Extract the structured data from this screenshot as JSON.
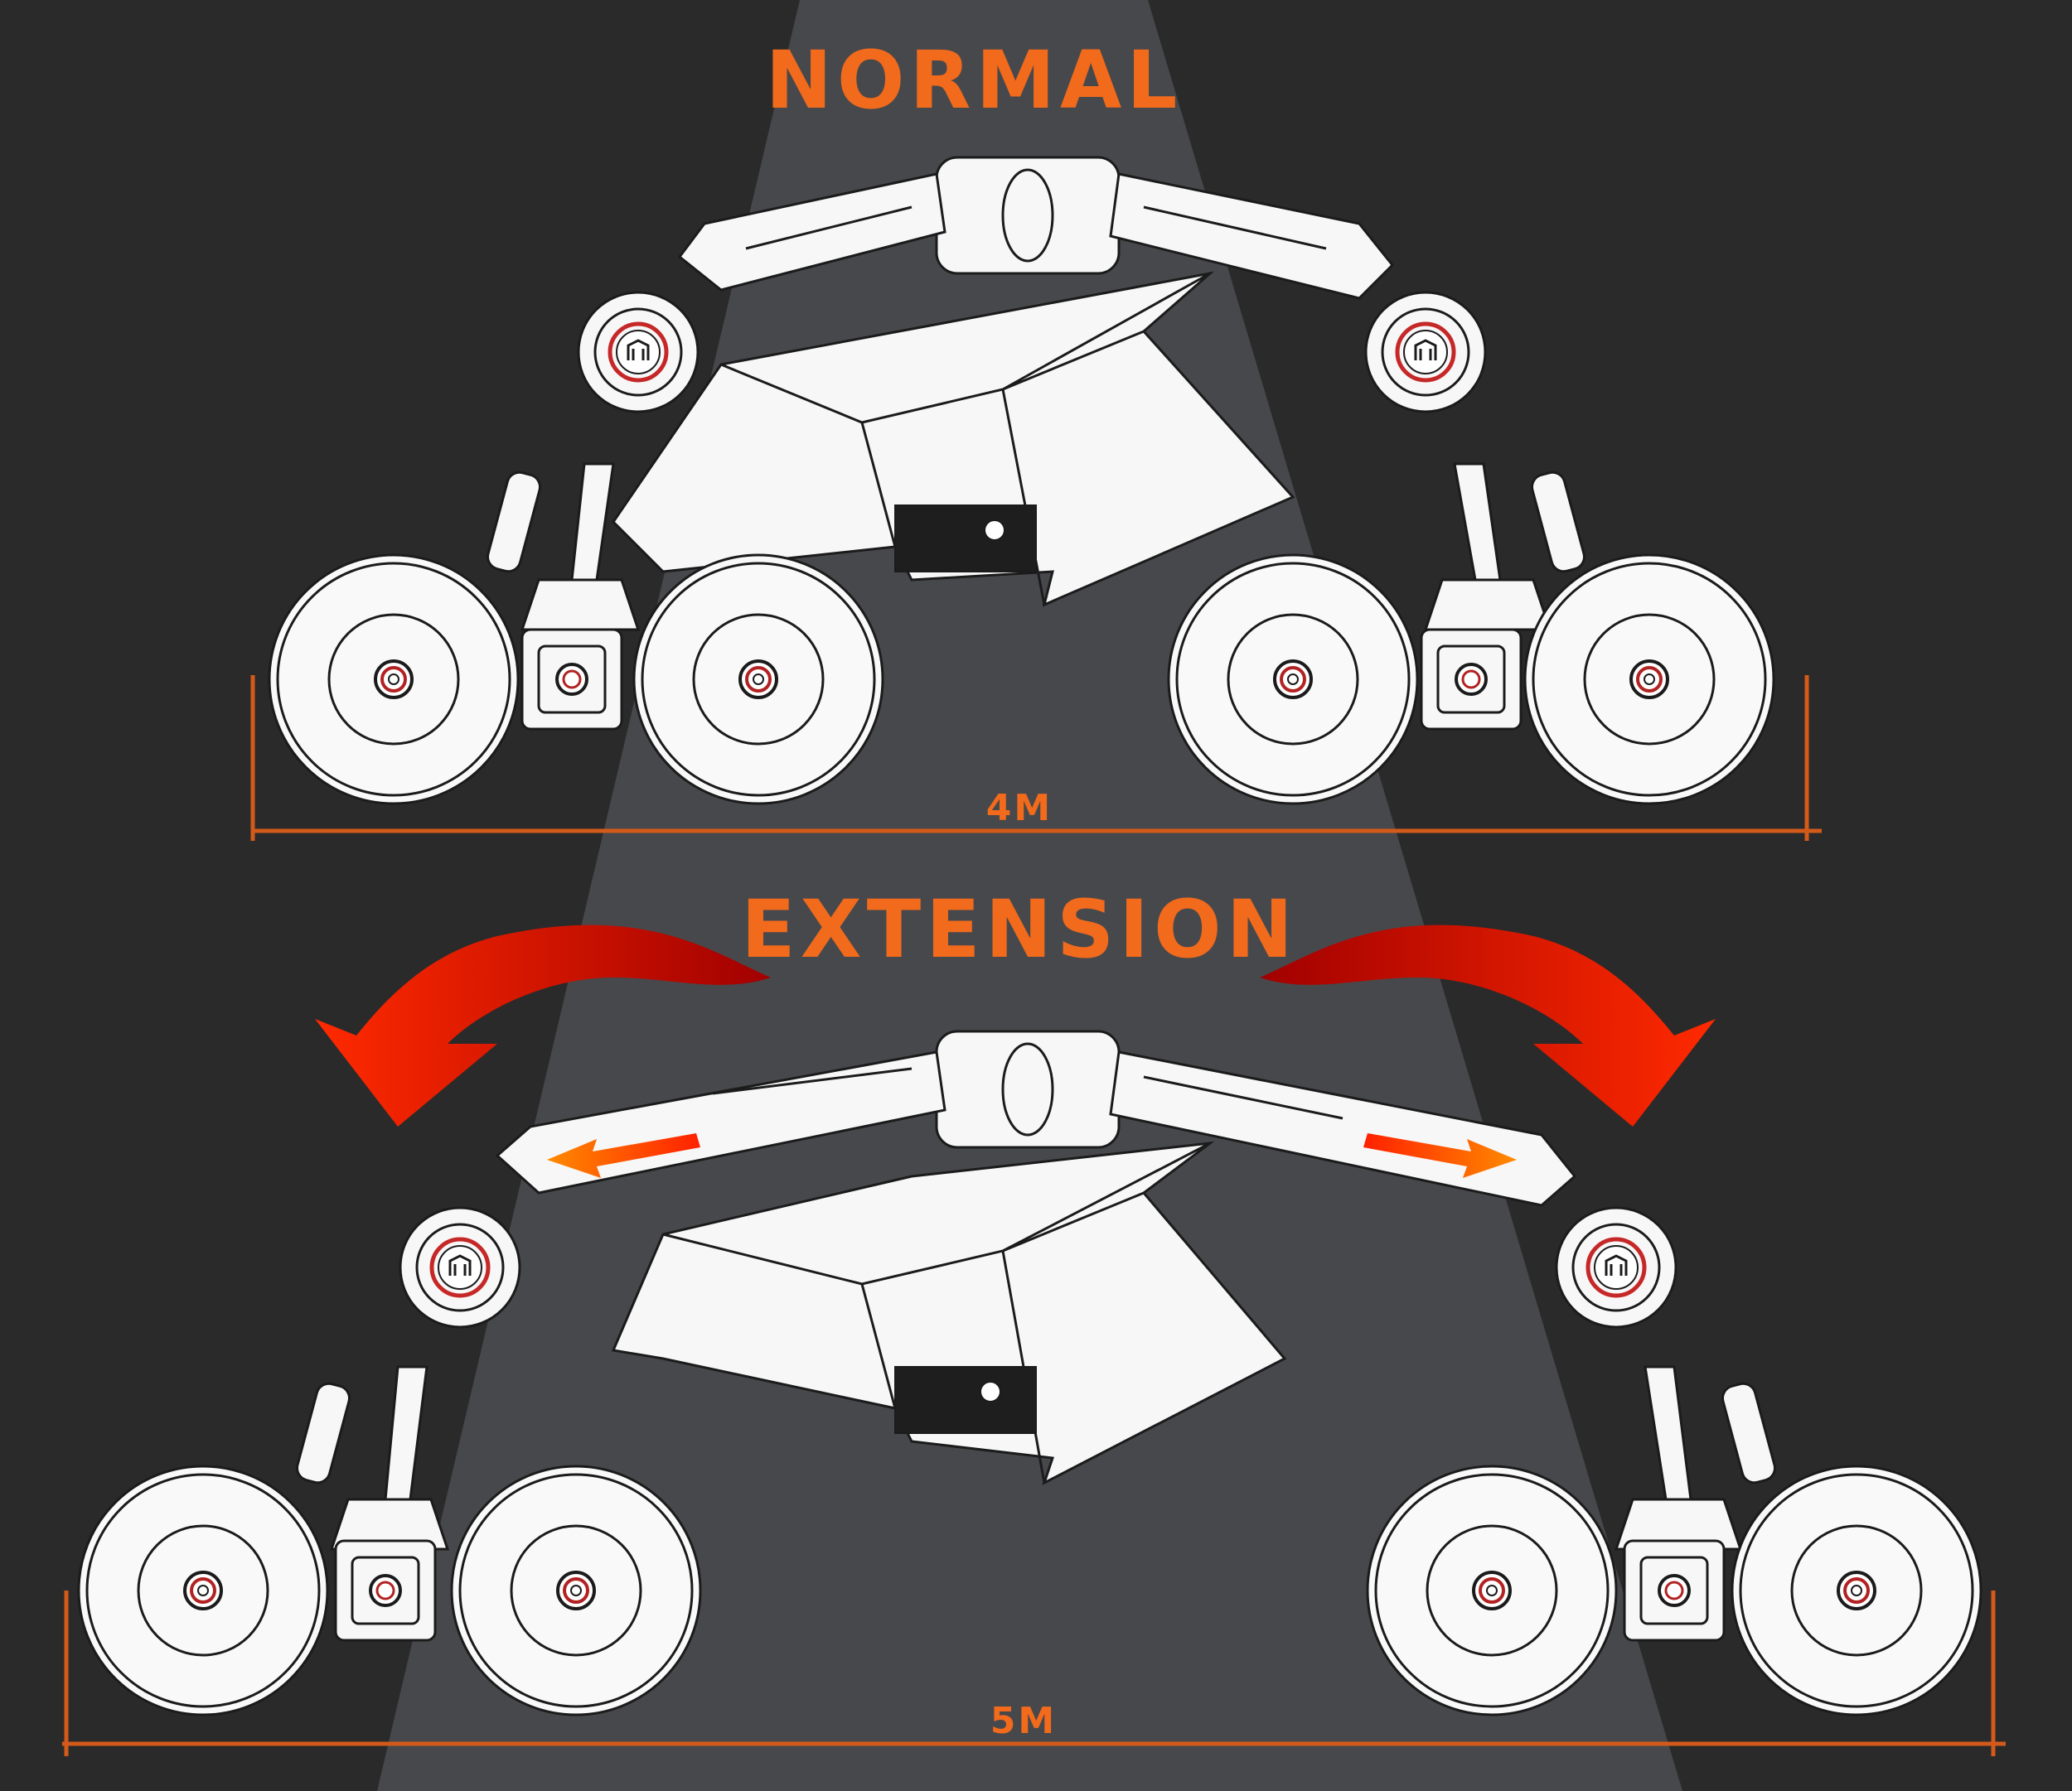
{
  "titles": {
    "normal": "NORMAL",
    "extension": "EXTENSION"
  },
  "dimensions": {
    "normal_width": "4M",
    "extension_width": "5M"
  },
  "colors": {
    "background": "#2a2a2a",
    "spotlight": "#47484c",
    "accent_orange": "#f26a1b",
    "arrow_red": "#e01b0d",
    "body_white": "#f7f7f7"
  }
}
